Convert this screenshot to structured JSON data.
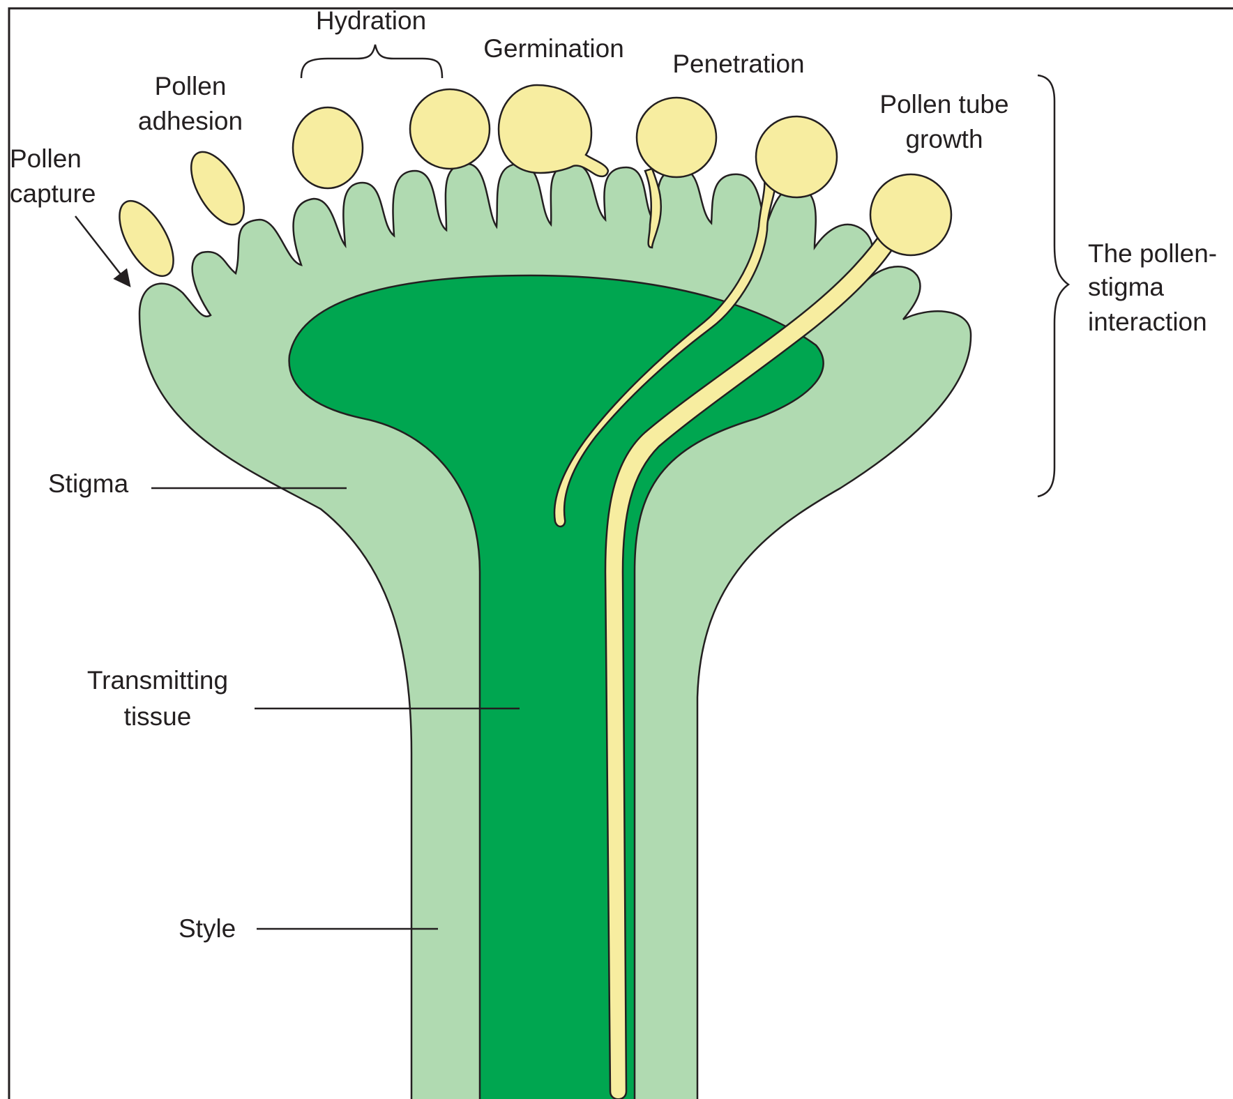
{
  "diagram": {
    "colors": {
      "outer_tissue": "#b0dab1",
      "transmitting_tissue": "#00a650",
      "pollen": "#f7eda0",
      "outline": "#231f20",
      "background": "#ffffff"
    },
    "stage_labels": {
      "pollen_capture_line1": "Pollen",
      "pollen_capture_line2": "capture",
      "pollen_adhesion_line1": "Pollen",
      "pollen_adhesion_line2": "adhesion",
      "hydration": "Hydration",
      "germination": "Germination",
      "penetration": "Penetration",
      "pollen_tube_growth_line1": "Pollen tube",
      "pollen_tube_growth_line2": "growth"
    },
    "bracket_label": {
      "line1": "The pollen-",
      "line2": "stigma",
      "line3": "interaction"
    },
    "structure_labels": {
      "stigma": "Stigma",
      "transmitting_tissue_line1": "Transmitting",
      "transmitting_tissue_line2": "tissue",
      "style": "Style"
    }
  }
}
